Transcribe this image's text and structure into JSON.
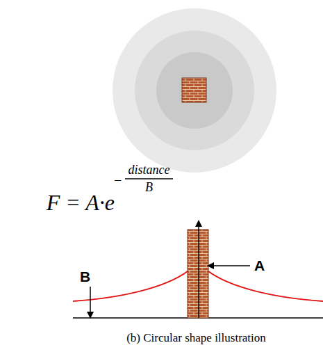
{
  "diagram": {
    "caption": "(b) Circular shape illustration",
    "labels": [
      "F = A·e",
      "−",
      "distance",
      "B",
      "B",
      "A"
    ]
  }
}
